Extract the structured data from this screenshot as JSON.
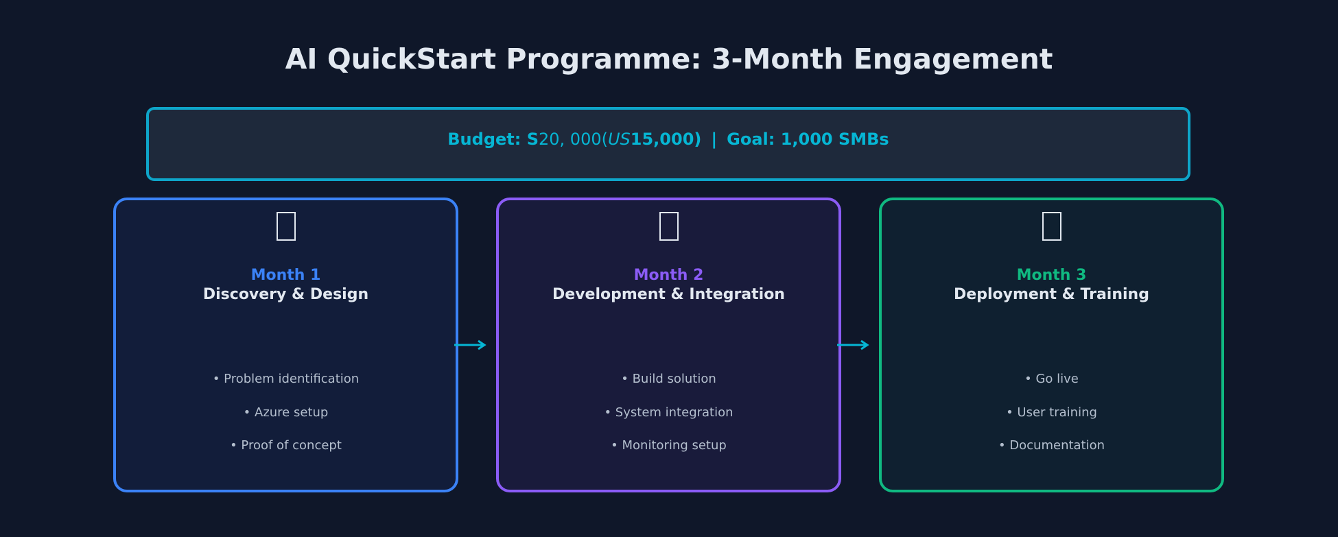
{
  "title": "AI QuickStart Programme: 3-Month Engagement",
  "budget": {
    "label": "Budget: S",
    "amount_main": "20, 000(",
    "currency_us": "US",
    "amount_usd": "15,000)",
    "separator": "|",
    "goal": "Goal: 1,000 SMBs",
    "border_color": "#0ea5c9",
    "text_color": "#06b6d4"
  },
  "phases": [
    {
      "icon": "magnifier-icon",
      "month": "Month 1",
      "title": "Discovery & Design",
      "color": "#3b82f6",
      "items": [
        "• Problem identification",
        "• Azure setup",
        "• Proof of concept"
      ]
    },
    {
      "icon": "gear-icon",
      "month": "Month 2",
      "title": "Development & Integration",
      "color": "#8b5cf6",
      "items": [
        "• Build solution",
        "• System integration",
        "• Monitoring setup"
      ]
    },
    {
      "icon": "rocket-icon",
      "month": "Month 3",
      "title": "Deployment & Training",
      "color": "#10b981",
      "items": [
        "• Go live",
        "• User training",
        "• Documentation"
      ]
    }
  ],
  "arrow_color": "#06b6d4"
}
